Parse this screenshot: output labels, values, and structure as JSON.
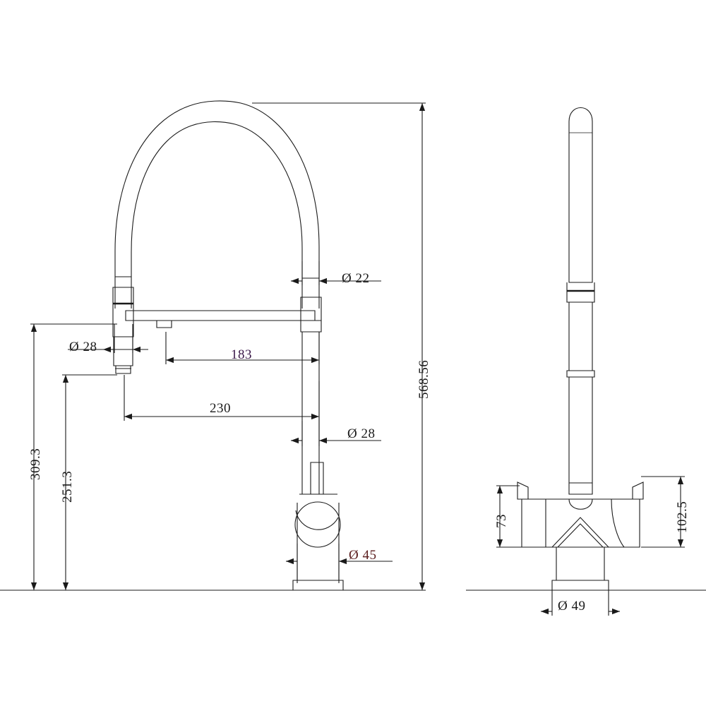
{
  "document": {
    "type": "technical-drawing",
    "subject": "kitchen-mixer-tap-with-pull-out-spray",
    "background_color": "#ffffff",
    "line_color": "#1a1a1a"
  },
  "views": {
    "front": {
      "name": "front-elevation",
      "label": ""
    },
    "side": {
      "name": "side-elevation",
      "label": ""
    }
  },
  "dimensions": {
    "overall_height": {
      "value": "568.56",
      "orientation": "vertical",
      "view": "front"
    },
    "spray_head_height": {
      "value": "309.3",
      "orientation": "vertical",
      "view": "front"
    },
    "spray_head_lower_height": {
      "value": "251.3",
      "orientation": "vertical",
      "view": "front"
    },
    "spout_reach_upper": {
      "value": "183",
      "orientation": "horizontal",
      "view": "front",
      "color": "#3b1a4a"
    },
    "spout_reach_lower": {
      "value": "230",
      "orientation": "horizontal",
      "view": "front"
    },
    "hose_diameter": {
      "value": "Ø 22",
      "orientation": "horizontal",
      "view": "front"
    },
    "spray_head_diameter": {
      "value": "Ø 28",
      "orientation": "horizontal",
      "view": "front"
    },
    "column_diameter": {
      "value": "Ø 28",
      "orientation": "horizontal",
      "view": "front"
    },
    "body_diameter": {
      "value": "Ø 45",
      "orientation": "horizontal",
      "view": "front",
      "color": "#5a1d1d"
    },
    "handle_height": {
      "value": "73",
      "orientation": "vertical",
      "view": "side"
    },
    "body_height": {
      "value": "102.5",
      "orientation": "vertical",
      "view": "side"
    },
    "base_diameter": {
      "value": "Ø 49",
      "orientation": "horizontal",
      "view": "side"
    }
  }
}
